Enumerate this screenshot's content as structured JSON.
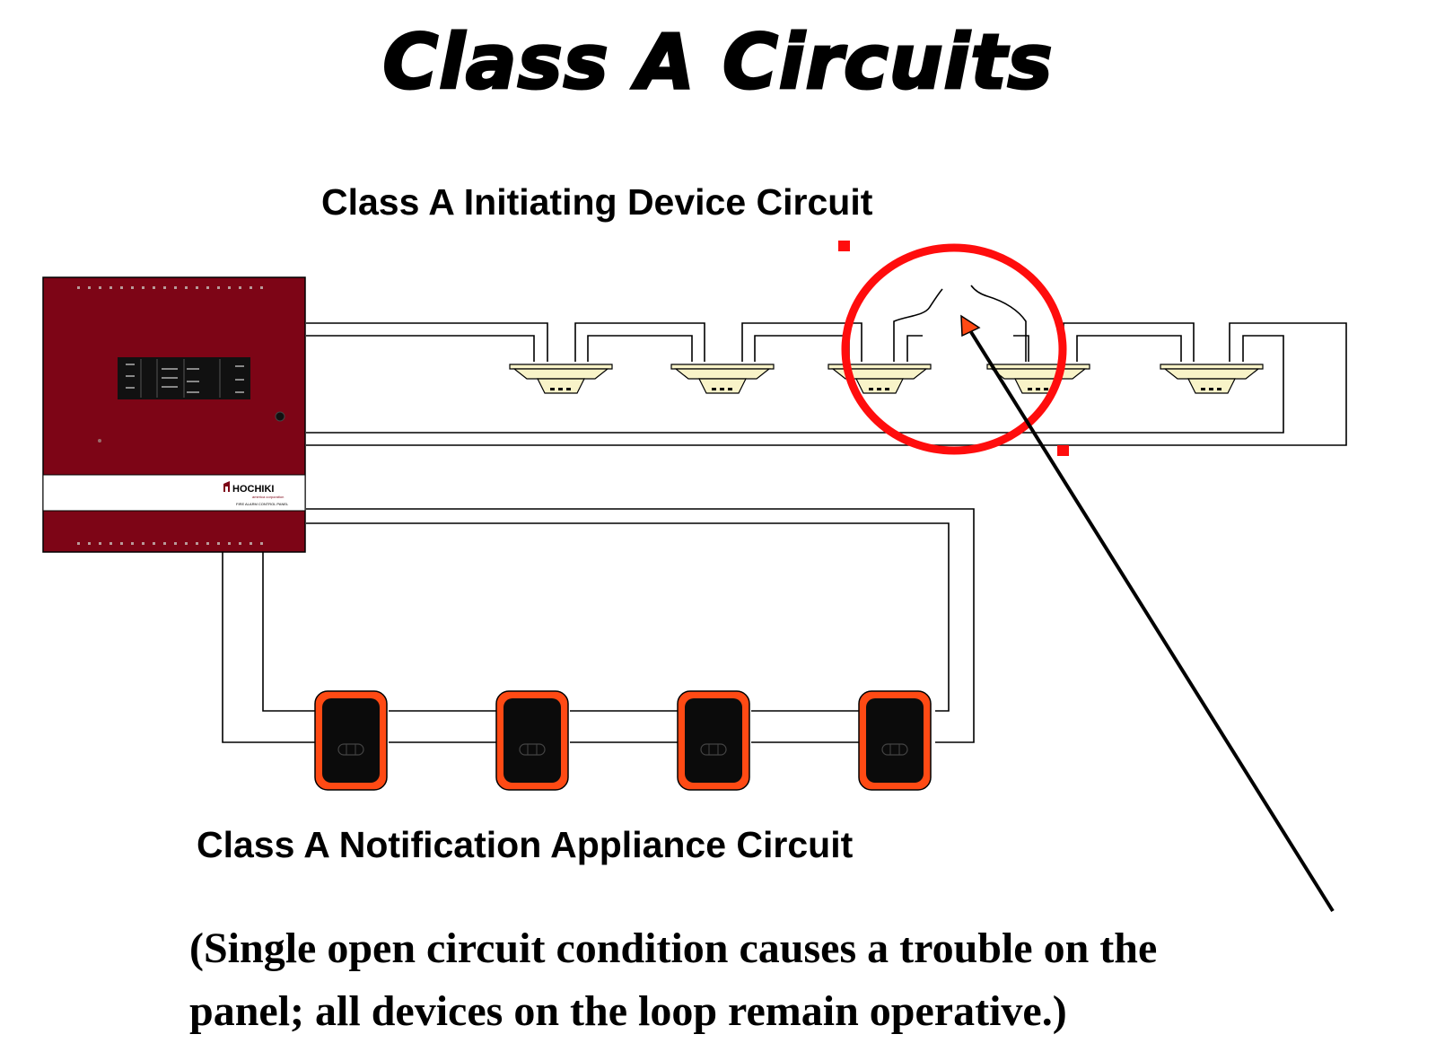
{
  "title": "Class A Circuits",
  "idc_heading": "Class A Initiating Device Circuit",
  "nac_heading": "Class A Notification Appliance Circuit",
  "note_line1": "(Single open circuit condition causes a trouble on the",
  "note_line2": "panel; all devices on the  loop remain operative.)",
  "panel": {
    "brand": "HOCHIKI",
    "brand_sub": "america corporation",
    "caption": "FIRE ALARM CONTROL PANEL"
  },
  "colors": {
    "panel_red": "#7d0516",
    "highlight_red": "#ff0d0d",
    "detector_fill": "#f8f3c8",
    "horn_orange": "#ff4a14"
  },
  "icons": [
    "smoke-detector-icon",
    "horn-strobe-icon",
    "fire-alarm-panel-icon"
  ]
}
